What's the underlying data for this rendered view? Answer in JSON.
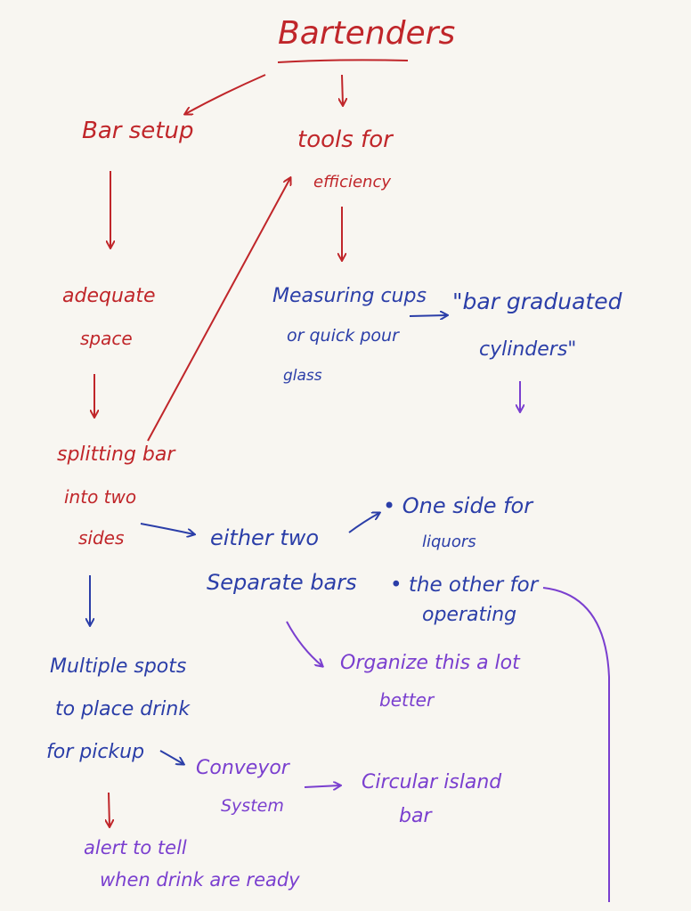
{
  "colors": {
    "red": "#c0262a",
    "blue": "#2b3ea8",
    "purple": "#7a3fcf",
    "paper": "#f8f6f1"
  },
  "title": "Bartenders",
  "nodes": {
    "bar_setup": "Bar setup",
    "tools_line1": "tools for",
    "tools_line2": "efficiency",
    "adequate_line1": "adequate",
    "adequate_line2": "space",
    "measuring_line1": "Measuring cups",
    "measuring_line2": "or  quick pour",
    "measuring_line3": "glass",
    "graduated_line1": "\"bar graduated",
    "graduated_line2": "cylinders\"",
    "split_line1": "splitting bar",
    "split_line2": "into two",
    "split_line3": "sides",
    "either_line1": "either  two",
    "either_line2": "Separate  bars",
    "one_side_line1": "• One side  for",
    "one_side_line2": "liquors",
    "other_line1": "• the other for",
    "other_line2": "operating",
    "organize_line1": "Organize  this  a lot",
    "organize_line2": "better",
    "multiple_line1": "Multiple  spots",
    "multiple_line2": "to  place drink",
    "multiple_line3": "for  pickup",
    "conveyor_line1": "Conveyor",
    "conveyor_line2": "System",
    "circular_line1": "Circular    island",
    "circular_line2": "bar",
    "alert_line1": "alert  to  tell",
    "alert_line2": "when drink  are  ready"
  }
}
